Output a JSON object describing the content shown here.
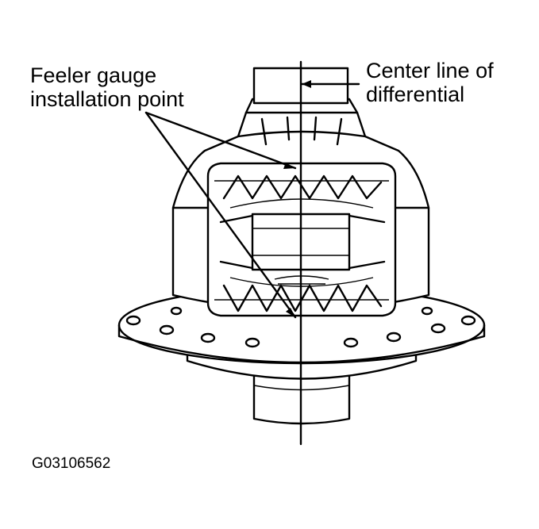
{
  "labels": {
    "feeler_gauge_line1": "Feeler gauge",
    "feeler_gauge_line2": "installation point",
    "center_line_line1": "Center line of",
    "center_line_line2": "differential",
    "figure_code": "G03106562"
  }
}
